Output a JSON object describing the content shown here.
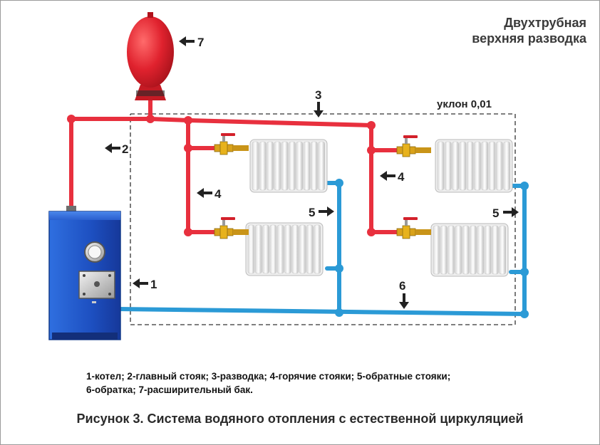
{
  "title": {
    "line1": "Двухтрубная",
    "line2": "верхняя разводка"
  },
  "slope_label": "уклон 0,01",
  "markers": [
    "1",
    "2",
    "3",
    "4",
    "4",
    "5",
    "5",
    "6",
    "7"
  ],
  "legend": {
    "line1": "1-котел; 2-главный стояк; 3-разводка; 4-горячие стояки; 5-обратные стояки;",
    "line2": "6-обратка; 7-расширительный бак."
  },
  "caption": "Рисунок 3. Система водяного отопления с естественной циркуляцией",
  "colors": {
    "hot_pipe": "#e8303e",
    "return_pipe": "#2b9ad6",
    "boiler": "#1f56c9",
    "tank": "#d8202d",
    "valve": "#e7b21c",
    "dashed_frame": "#333333"
  }
}
